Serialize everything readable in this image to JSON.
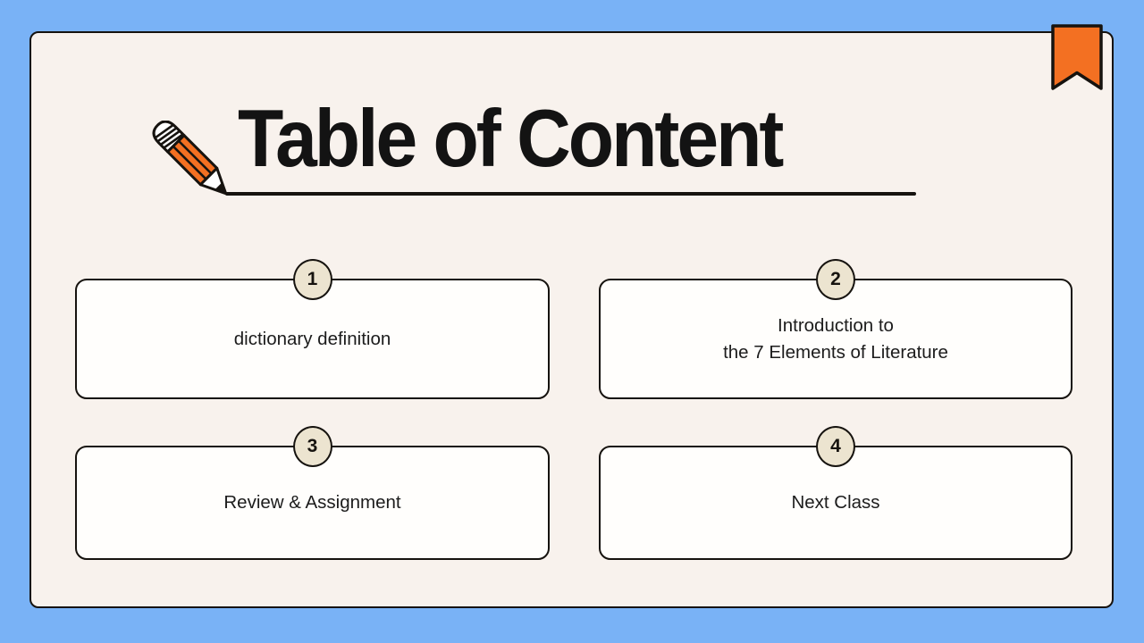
{
  "slide": {
    "title": "Table of Content",
    "items": [
      {
        "number": "1",
        "label": "dictionary definition"
      },
      {
        "number": "2",
        "label": "Introduction to\nthe 7 Elements of Literature"
      },
      {
        "number": "3",
        "label": "Review & Assignment"
      },
      {
        "number": "4",
        "label": "Next Class"
      }
    ],
    "icons": {
      "header_icon": "pencil-icon",
      "corner_icon": "bookmark-icon"
    },
    "colors": {
      "background": "#79b2f6",
      "card": "#f8f2ed",
      "box": "#fffefc",
      "badge": "#ece4d0",
      "accent_orange": "#f37022",
      "ink": "#16130f"
    }
  }
}
